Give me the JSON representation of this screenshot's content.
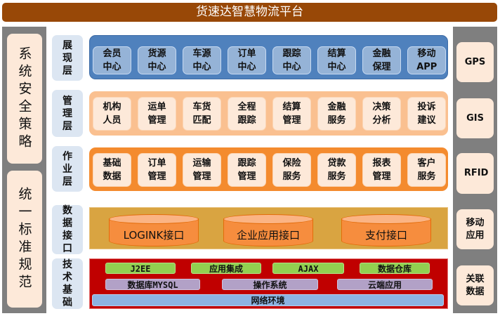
{
  "title": "货速达智慧物流平台",
  "left": [
    "系统安全策略",
    "统一标准规范"
  ],
  "right": [
    "GPS",
    "GIS",
    "RFID",
    "移动应用",
    "关联数据"
  ],
  "layers": [
    {
      "label": "展现层",
      "items": [
        [
          "会员",
          "中心"
        ],
        [
          "货源",
          "中心"
        ],
        [
          "车源",
          "中心"
        ],
        [
          "订单",
          "中心"
        ],
        [
          "跟踪",
          "中心"
        ],
        [
          "结算",
          "中心"
        ],
        [
          "金融",
          "保理"
        ],
        [
          "移动",
          "APP"
        ]
      ]
    },
    {
      "label": "管理层",
      "items": [
        [
          "机构",
          "人员"
        ],
        [
          "运单",
          "管理"
        ],
        [
          "车货",
          "匹配"
        ],
        [
          "全程",
          "跟踪"
        ],
        [
          "结算",
          "管理"
        ],
        [
          "金融",
          "服务"
        ],
        [
          "决策",
          "分析"
        ],
        [
          "投诉",
          "建议"
        ]
      ]
    },
    {
      "label": "作业层",
      "items": [
        [
          "基础",
          "数据"
        ],
        [
          "订单",
          "管理"
        ],
        [
          "运输",
          "管理"
        ],
        [
          "跟踪",
          "管理"
        ],
        [
          "保险",
          "服务"
        ],
        [
          "贷款",
          "服务"
        ],
        [
          "报表",
          "管理"
        ],
        [
          "客户",
          "服务"
        ]
      ]
    },
    {
      "label": "数据接口",
      "items": [
        "LOGINK接口",
        "企业应用接口",
        "支付接口"
      ]
    },
    {
      "label": "技术基础",
      "row1": [
        "J2EE",
        "应用集成",
        "AJAX",
        "数据仓库"
      ],
      "row2": [
        "数据库MYSQL",
        "操作系统",
        "云端应用"
      ],
      "row3": "网络环境"
    }
  ],
  "colors": {
    "title": "#984807",
    "presentation": "#4f81bd",
    "management": "#fac090",
    "operation": "#f79646",
    "interface": "#d9a441",
    "tech": "#c00000"
  }
}
